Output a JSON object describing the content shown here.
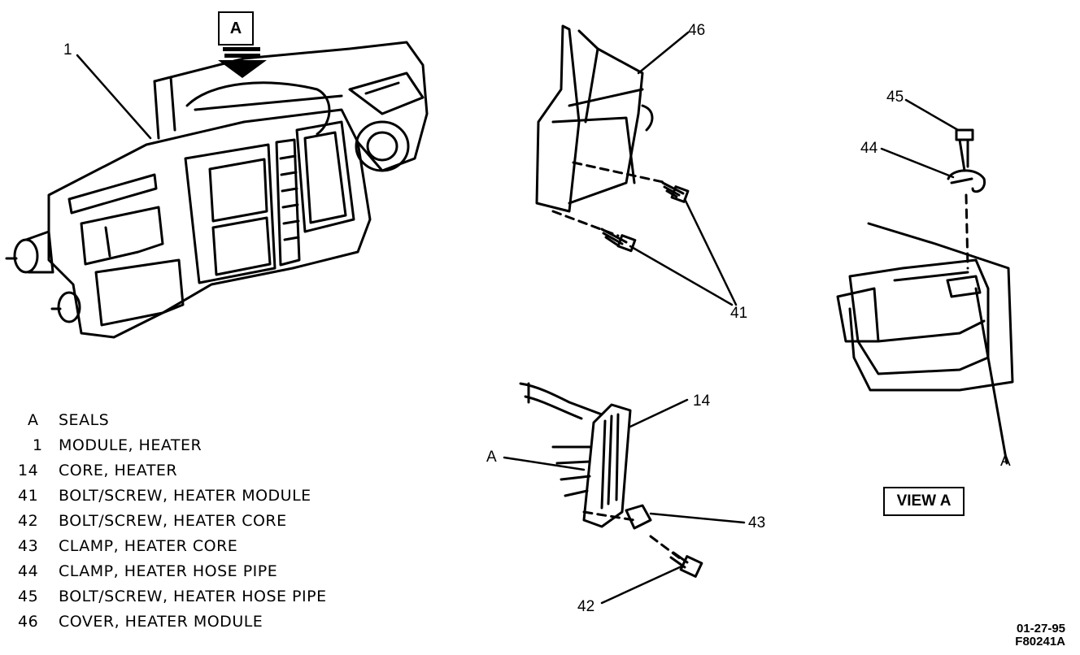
{
  "callouts": {
    "c1": "1",
    "c46": "46",
    "c45": "45",
    "c44": "44",
    "c41": "41",
    "c14": "14",
    "cA_core": "A",
    "cA_view": "A",
    "c43": "43",
    "c42": "42"
  },
  "view_marker": "A",
  "view_label": "VIEW A",
  "legend": [
    {
      "key": "A",
      "text": "SEALS"
    },
    {
      "key": "1",
      "text": "MODULE, HEATER"
    },
    {
      "key": "14",
      "text": "CORE, HEATER"
    },
    {
      "key": "41",
      "text": "BOLT/SCREW, HEATER MODULE"
    },
    {
      "key": "42",
      "text": "BOLT/SCREW, HEATER CORE"
    },
    {
      "key": "43",
      "text": "CLAMP, HEATER CORE"
    },
    {
      "key": "44",
      "text": "CLAMP, HEATER HOSE PIPE"
    },
    {
      "key": "45",
      "text": "BOLT/SCREW, HEATER HOSE PIPE"
    },
    {
      "key": "46",
      "text": "COVER, HEATER MODULE"
    }
  ],
  "figure_codes": {
    "date": "01-27-95",
    "id": "F80241A"
  }
}
